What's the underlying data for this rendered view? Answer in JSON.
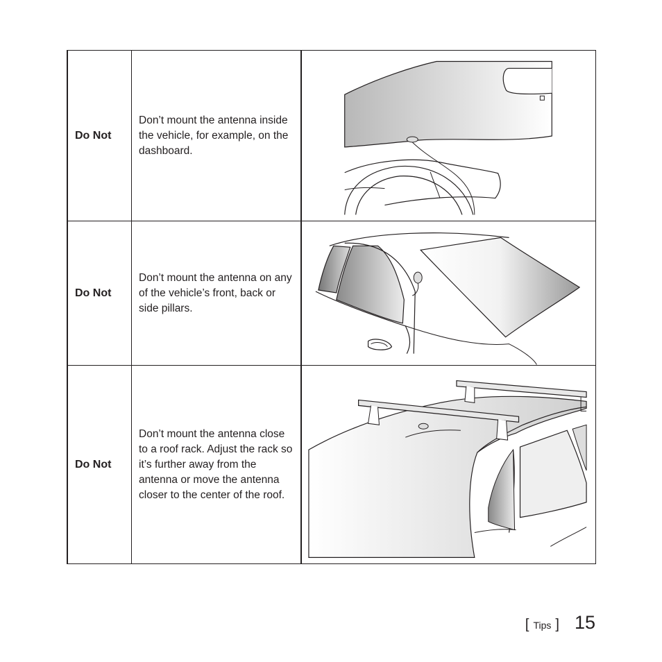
{
  "tips": [
    {
      "label": "Do Not",
      "text": "Don’t mount the antenna inside the vehicle, for example, on the dashboard.",
      "illustration": "car-interior-dashboard-illustration"
    },
    {
      "label": "Do Not",
      "text": "Don’t mount the antenna on any of the vehicle’s front, back or side pillars.",
      "illustration": "car-pillar-illustration"
    },
    {
      "label": "Do Not",
      "text": "Don’t mount the antenna close to a roof rack. Adjust the rack so it’s further away from the antenna or move the antenna closer to the center of the roof.",
      "illustration": "car-roof-rack-illustration"
    }
  ],
  "footer": {
    "open_bracket": "[",
    "section": "Tips",
    "close_bracket": "]",
    "page_number": "15"
  }
}
